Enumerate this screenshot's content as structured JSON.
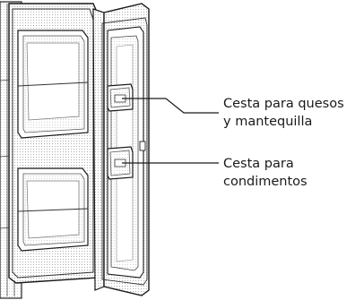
{
  "callouts": {
    "cheese_butter_bin": {
      "line1": "Cesta para quesos",
      "line2": "y mantequilla"
    },
    "condiment_bin": {
      "line1": "Cesta para",
      "line2": "condimentos"
    }
  }
}
